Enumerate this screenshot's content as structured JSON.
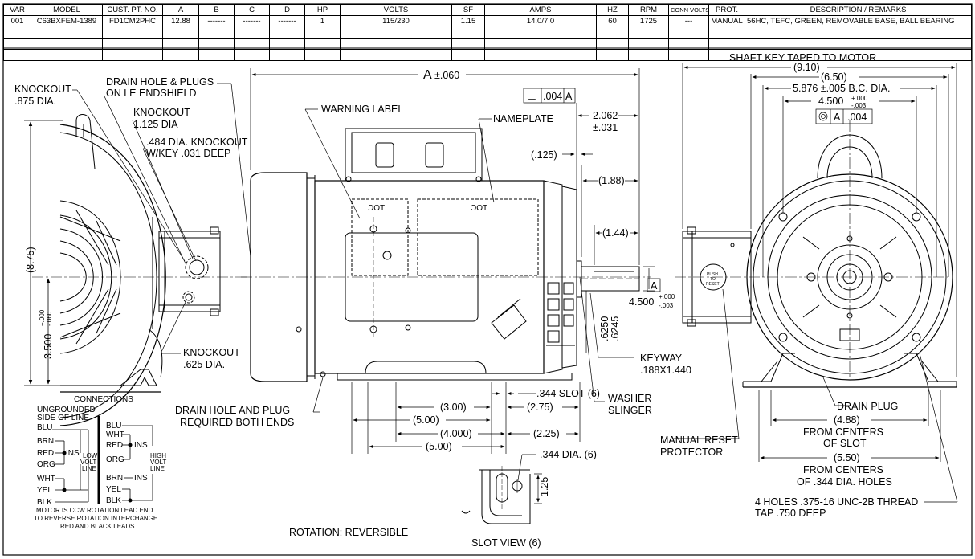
{
  "table": {
    "headers": [
      "VAR",
      "MODEL",
      "CUST. PT. NO.",
      "A",
      "B",
      "C",
      "D",
      "HP",
      "VOLTS",
      "SF",
      "AMPS",
      "HZ",
      "RPM",
      "CONN VOLTS",
      "PROT.",
      "DESCRIPTION / REMARKS"
    ],
    "row": [
      "001",
      "C63BXFEM-1389",
      "FD1CM2PHC",
      "12.88",
      "-------",
      "-------",
      "-------",
      "1",
      "115/230",
      "1.15",
      "14.0/7.0",
      "60",
      "1725",
      "---",
      "MANUAL",
      "56HC, TEFC, GREEN, REMOVABLE BASE, BALL BEARING"
    ]
  },
  "labels": {
    "knockout_875": "KNOCKOUT",
    "knockout_875_dia": ".875 DIA.",
    "drain_hole_plugs": "DRAIN HOLE & PLUGS",
    "on_le_endshield": "ON LE ENDSHIELD",
    "knockout_1125": "KNOCKOUT",
    "knockout_1125_dia": "1.125 DIA",
    "dia_484_knockout": ".484 DIA. KNOCKOUT",
    "w_key": "W/KEY .031 DEEP",
    "warning_label": "WARNING LABEL",
    "nameplate": "NAMEPLATE",
    "a_dim": "A",
    "a_tol": "±.060",
    "perp": "⊥",
    "perp_tol": ".004",
    "datum_a": "A",
    "dim_2062": "2.062",
    "dim_2062_tol": "±.031",
    "dim_125": "(.125)",
    "dim_188": "(1.88)",
    "dim_144": "(1.44)",
    "dim_4500": "4.500",
    "dim_4500_tol_up": "+.000",
    "dim_4500_tol_dn": "-.003",
    "dim_6250": ".6250",
    "dim_6245": ".6245",
    "keyway": "KEYWAY",
    "keyway_size": ".188X1.440",
    "washer": "WASHER",
    "slinger": "SLINGER",
    "knockout_625": "KNOCKOUT",
    "knockout_625_dia": ".625 DIA.",
    "dim_875_paren": "(8.75)",
    "dim_3500": "3.500",
    "dim_3500_tol_up": "+.000",
    "dim_3500_tol_dn": "-.060",
    "drain_hole_plug": "DRAIN HOLE AND PLUG",
    "required_both": "REQUIRED BOTH ENDS",
    "slot_344": ".344  SLOT (6)",
    "dim_300": "(3.00)",
    "dim_275": "(2.75)",
    "dim_500a": "(5.00)",
    "dim_4000": "(4.000)",
    "dim_225": "(2.25)",
    "dim_500b": "(5.00)",
    "dia_344_6": ".344  DIA. (6)",
    "dim_125_slot": "1.25",
    "slot_view": "SLOT VIEW (6)",
    "rotation": "ROTATION: REVERSIBLE",
    "shaft_key": "SHAFT KEY TAPED TO MOTOR",
    "dim_910": "(9.10)",
    "dim_650": "(6.50)",
    "dim_5876": "5.876 ±.005  B.C. DIA.",
    "dim_4500b": "4.500",
    "dim_4500b_up": "+.000",
    "dim_4500b_dn": "-.003",
    "conc_tol": ".004",
    "datum_a2": "A",
    "push_to_reset_1": "PUSH",
    "push_to_reset_2": "TO",
    "push_to_reset_3": "RESET",
    "drain_plug": "DRAIN PLUG",
    "dim_488": "(4.88)",
    "from_centers_1": "FROM CENTERS",
    "of_slot": "OF SLOT",
    "dim_550": "(5.50)",
    "from_centers_2": "FROM CENTERS",
    "of_344_holes": "OF .344 DIA. HOLES",
    "manual_reset": "MANUAL RESET",
    "protector": "PROTECTOR",
    "holes_4": "4 HOLES .375-16 UNC-2B THREAD",
    "tap_750": "TAP .750 DEEP",
    "cot": "ƆOT"
  },
  "connections": {
    "title": "CONNECTIONS",
    "ungrounded_1": "UNGROUNDED",
    "ungrounded_2": "SIDE OF LINE",
    "blu": "BLU",
    "brn": "BRN",
    "red": "RED",
    "org": "ORG",
    "wht": "WHT",
    "yel": "YEL",
    "blk": "BLK",
    "ins": "INS",
    "low_1": "LOW",
    "low_2": "VOLT",
    "low_3": "LINE",
    "high_1": "HIGH",
    "high_2": "VOLT",
    "high_3": "LINE",
    "blu_r": "BLU",
    "wht_r": "WHT",
    "red_r": "RED",
    "ins_r": "INS",
    "org_r": "ORG",
    "brn_r": "BRN",
    "ins_r2": "INS",
    "yel_r": "YEL",
    "blk_r": "BLK",
    "note_1": "MOTOR IS CCW ROTATION LEAD END",
    "note_2": "TO REVERSE ROTATION INTERCHANGE",
    "note_3": "RED AND BLACK LEADS"
  }
}
